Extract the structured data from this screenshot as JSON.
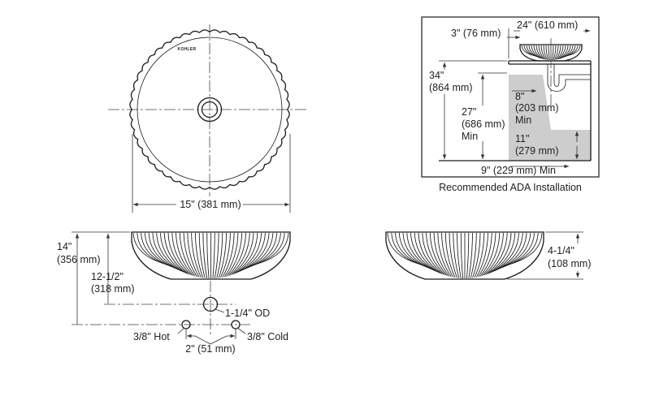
{
  "brand": {
    "logo_text": "KOHLER"
  },
  "top_view": {
    "width_label": "15\" (381 mm)"
  },
  "front_view": {
    "height_total": [
      "14\"",
      "(356 mm)"
    ],
    "height_drain": [
      "12-1/2\"",
      "(318 mm)"
    ],
    "drain_label": "1-1/4\" OD",
    "hot_label": "3/8\" Hot",
    "cold_label": "3/8\" Cold",
    "spacing_label": "2\" (51 mm)"
  },
  "side_view": {
    "height_label": [
      "4-1/4\"",
      "(108 mm)"
    ]
  },
  "ada": {
    "caption": "Recommended ADA Installation",
    "offset_label": "3\" (76 mm)",
    "counter_width": "24\" (610 mm)",
    "rim_height": [
      "34\"",
      "(864 mm)"
    ],
    "knee_height": [
      "27\"",
      "(686 mm)",
      "Min"
    ],
    "knee_depth": [
      "8\"",
      "(203 mm)",
      "Min"
    ],
    "toe_height": [
      "11\"",
      "(279 mm)"
    ],
    "toe_depth": "9\" (229 mm) Min"
  }
}
